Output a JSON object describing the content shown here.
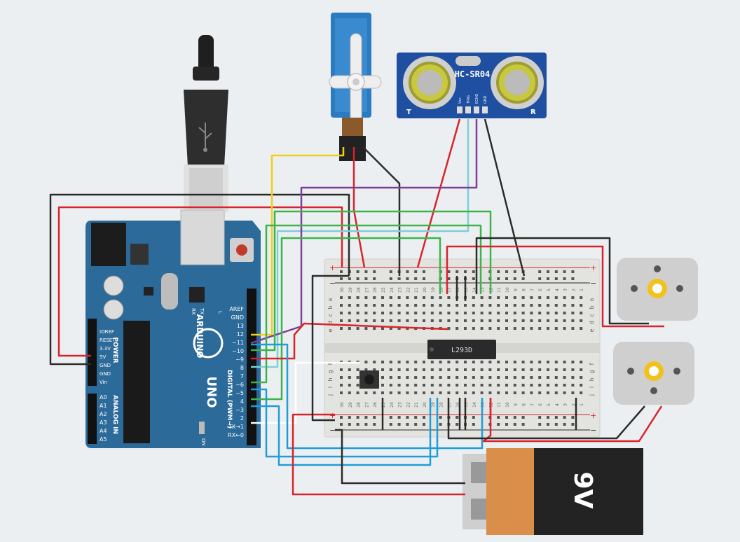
{
  "arduino": {
    "brand": "ARDUINO",
    "model": "UNO",
    "power_label": "POWER",
    "analog_label": "ANALOG IN",
    "digital_label": "DIGITAL (PWM~)",
    "on_label": "ON",
    "l_label": "L",
    "tx_label": "TX",
    "rx_label": "RX",
    "power_pins": [
      "IOREF",
      "RESET",
      "3.3V",
      "5V",
      "GND",
      "GND",
      "Vin"
    ],
    "analog_pins": [
      "A0",
      "A1",
      "A2",
      "A3",
      "A4",
      "A5"
    ],
    "digital_pins": [
      "AREF",
      "GND",
      "13",
      "12",
      "~11",
      "~10",
      "~9",
      "8",
      "7",
      "~6",
      "~5",
      "4",
      "~3",
      "2",
      "TX→1",
      "RX←0"
    ]
  },
  "sensor": {
    "model": "HC-SR04",
    "pins": [
      "Vcc",
      "TRIG",
      "ECHO",
      "GND"
    ],
    "left_mark": "T",
    "right_mark": "R"
  },
  "chip": {
    "label": "L293D"
  },
  "battery": {
    "label": "9V"
  },
  "breadboard": {
    "column_numbers": [
      "30",
      "29",
      "28",
      "27",
      "26",
      "25",
      "24",
      "23",
      "22",
      "21",
      "20",
      "19",
      "18",
      "17",
      "16",
      "15",
      "14",
      "13",
      "12",
      "11",
      "10",
      "9",
      "8",
      "7",
      "6",
      "5",
      "4",
      "3",
      "2",
      "1"
    ],
    "rows_top": [
      "a",
      "b",
      "c",
      "d",
      "e"
    ],
    "rows_bottom": [
      "f",
      "g",
      "h",
      "i",
      "j"
    ],
    "plus": "+",
    "minus": "−"
  },
  "colors": {
    "arduino_board": "#2c6a9a",
    "breadboard": "#e3e3e0",
    "wire_red": "#d8232a",
    "wire_black": "#2b2b2b",
    "wire_yellow": "#f0cf1a",
    "wire_green": "#3cb44b",
    "wire_purple": "#7e3f98",
    "wire_blue": "#1e9ed8",
    "wire_cyan": "#7fcfd6",
    "servo": "#2b7bc0",
    "sensor_board": "#1f4fa0",
    "motor_body": "#cfcfcf",
    "battery_orange": "#d98e4a"
  }
}
